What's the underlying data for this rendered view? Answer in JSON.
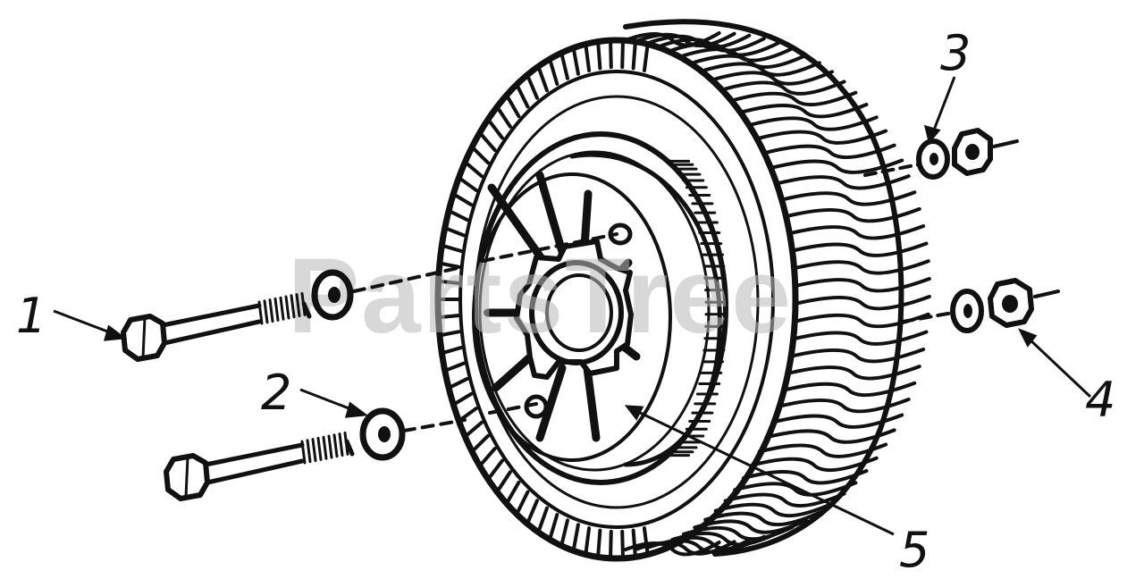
{
  "watermark": "PartsTree",
  "callouts": [
    {
      "id": "1",
      "label": "1",
      "part": "bolt"
    },
    {
      "id": "2",
      "label": "2",
      "part": "washer"
    },
    {
      "id": "3",
      "label": "3",
      "part": "washer"
    },
    {
      "id": "4",
      "label": "4",
      "part": "nut"
    },
    {
      "id": "5",
      "label": "5",
      "part": "wheel"
    }
  ],
  "colors": {
    "ink": "#111111",
    "watermark": "#b9b9b9",
    "background": "#ffffff"
  }
}
